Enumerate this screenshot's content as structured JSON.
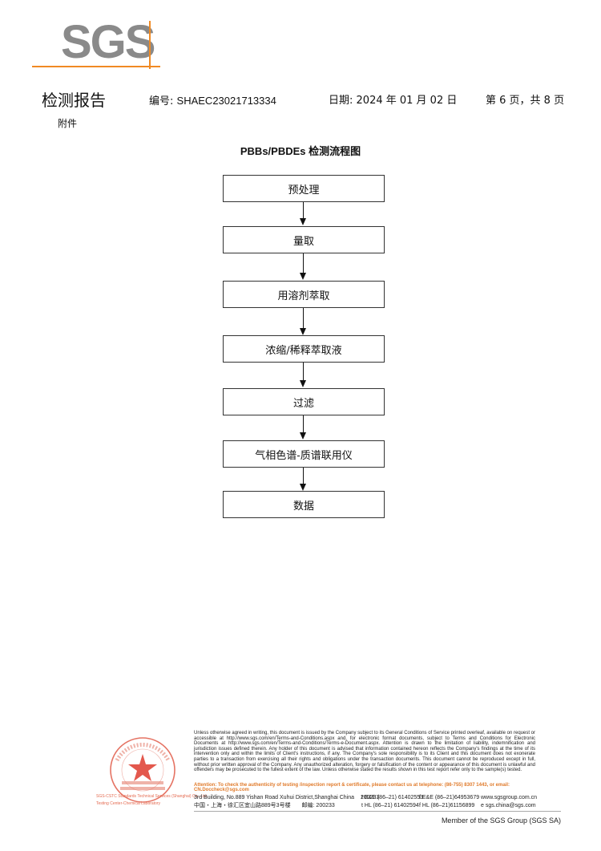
{
  "logo": {
    "text": "SGS",
    "accent_color": "#f08a24",
    "text_color": "#8a8a8a"
  },
  "header": {
    "title": "检测报告",
    "number_label": "编号:",
    "number_value": "SHAEC23021713334",
    "date_label": "日期:",
    "date_value": "2024 年 01 月 02 日",
    "page_info": "第 6 页，共 8 页",
    "appendix": "附件"
  },
  "flow": {
    "title": "PBBs/PBDEs 检测流程图",
    "steps": [
      "预处理",
      "量取",
      "用溶剂萃取",
      "浓缩/稀释萃取液",
      "过滤",
      "气相色谱-质谱联用仪",
      "数据"
    ]
  },
  "footer": {
    "legal": "Unless otherwise agreed in writing, this document is issued by the Company subject to its General Conditions of Service printed overleaf, available on request or accessible at http://www.sgs.com/en/Terms-and-Conditions.aspx and, for electronic format documents, subject to Terms and Conditions for Electronic Documents at http://www.sgs.com/en/Terms-and-Conditions/Terms-e-Document.aspx. Attention is drawn to the limitation of liability, indemnification and jurisdiction issues defined therein. Any holder of this document is advised that information contained hereon reflects the Company's findings at the time of its intervention only and within the limits of Client's instructions, if any. The Company's sole responsibility is to its Client and this document does not exonerate parties to a transaction from exercising all their rights and obligations under the transaction documents. This document cannot be reproduced except in full, without prior written approval of the Company. Any unauthorized alteration, forgery or falsification of the content or appearance of this document is unlawful and offenders may be prosecuted to the fullest extent of the law. Unless otherwise stated the results shown in this test report refer only to the sample(s) tested.",
    "attention": "Attention: To check the authenticity of testing /inspection report & certificate, please contact us at telephone: (86-755) 8307 1443, or email: CN.Doccheck@sgs.com",
    "address_en": "3rd Building, No.889 Yishan Road Xuhui District,Shanghai China",
    "postcode_en": "200233",
    "address_cn": "中国・上海・徐汇区宜山路889号3号楼",
    "postcode_cn": "邮编: 200233",
    "phone_1": "t E&E (86–21) 61402553",
    "fax_1": "f E&E (86–21)64953679",
    "web": "www.sgsgroup.com.cn",
    "phone_2": "t HL (86–21) 61402594",
    "fax_2": "f HL (86–21)61156899",
    "email": "e sgs.china@sgs.com",
    "member": "Member of the SGS Group (SGS SA)",
    "stamp_left_text": "SGS-CSTC Standards Technical Services (Shanghai) Co., Ltd.",
    "stamp_left_text2": "Testing Center-Chemical Laboratory"
  }
}
